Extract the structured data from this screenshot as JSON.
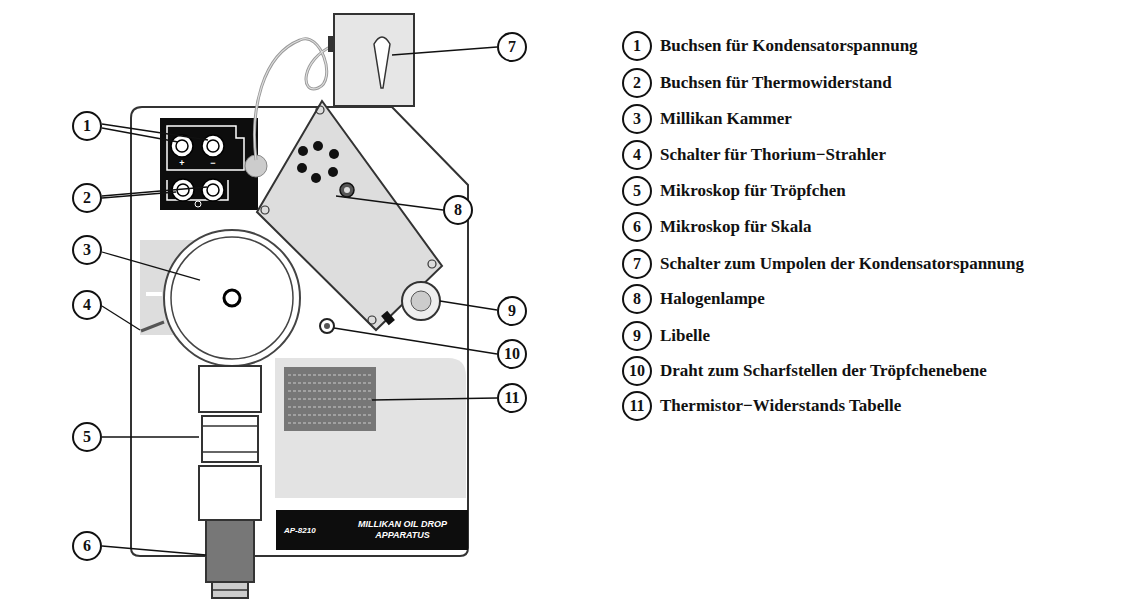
{
  "diagram": {
    "nodes": [
      {
        "text": [
          "1"
        ]
      },
      {
        "text": [
          "2"
        ]
      },
      {
        "text": [
          "3"
        ]
      },
      {
        "text": [
          "4"
        ]
      },
      {
        "text": [
          "5"
        ]
      },
      {
        "text": [
          "6"
        ]
      },
      {
        "text": [
          "7"
        ]
      },
      {
        "text": [
          "8"
        ]
      },
      {
        "text": [
          "9"
        ]
      },
      {
        "text": [
          "10"
        ]
      },
      {
        "text": [
          "11"
        ]
      },
      {
        "text": [
          "1"
        ]
      },
      {
        "text": [
          "2"
        ]
      },
      {
        "text": [
          "3"
        ]
      },
      {
        "text": [
          "4"
        ]
      },
      {
        "text": [
          "5"
        ]
      },
      {
        "text": [
          "6"
        ]
      },
      {
        "text": [
          "7"
        ]
      },
      {
        "text": [
          "8"
        ]
      },
      {
        "text": [
          "9"
        ]
      },
      {
        "text": [
          "10"
        ]
      },
      {
        "text": [
          "11"
        ]
      },
      {
        "text": [
          "AP-8210",
          "MILLIKAN OIL DROP APPARATUS"
        ]
      }
    ],
    "labels": [
      "+",
      "−",
      "Buchsen für Kondensatorspannung",
      "Buchsen für Thermowiderstand",
      "Millikan Kammer",
      "Schalter für Thorium−Strahler",
      "Mikroskop für Tröpfchen",
      "Mikroskop für Skala",
      "Schalter zum Umpolen der Kondensatorspannung",
      "Halogenlampe",
      "Libelle",
      "Draht zum Scharfstellen der Tröpfchenebene",
      "Thermistor−Widerstands Tabelle"
    ]
  }
}
